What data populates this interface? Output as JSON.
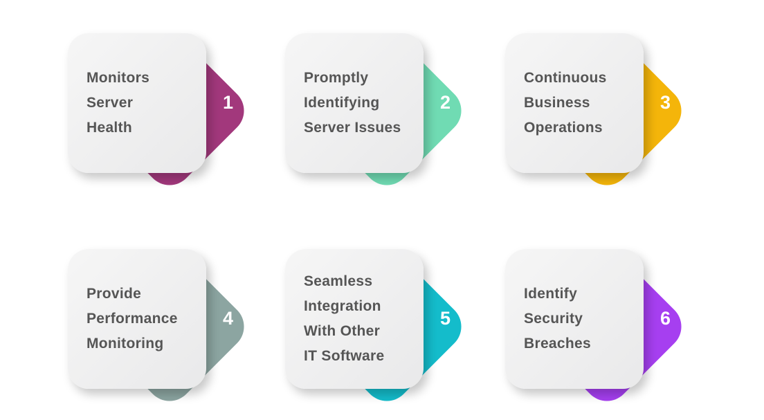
{
  "items": [
    {
      "number": "1",
      "lines": [
        "Monitors",
        "Server",
        "Health"
      ],
      "color": "#a2387c"
    },
    {
      "number": "2",
      "lines": [
        "Promptly",
        "Identifying",
        "Server Issues"
      ],
      "color": "#70dbb3"
    },
    {
      "number": "3",
      "lines": [
        "Continuous",
        "Business",
        "Operations"
      ],
      "color": "#f4b50a"
    },
    {
      "number": "4",
      "lines": [
        "Provide",
        "Performance",
        "Monitoring"
      ],
      "color": "#8ca5a1"
    },
    {
      "number": "5",
      "lines": [
        "Seamless",
        "Integration",
        "With Other",
        "IT Software"
      ],
      "color": "#14bccb"
    },
    {
      "number": "6",
      "lines": [
        "Identify",
        "Security",
        "Breaches"
      ],
      "color": "#a63ff0"
    }
  ]
}
